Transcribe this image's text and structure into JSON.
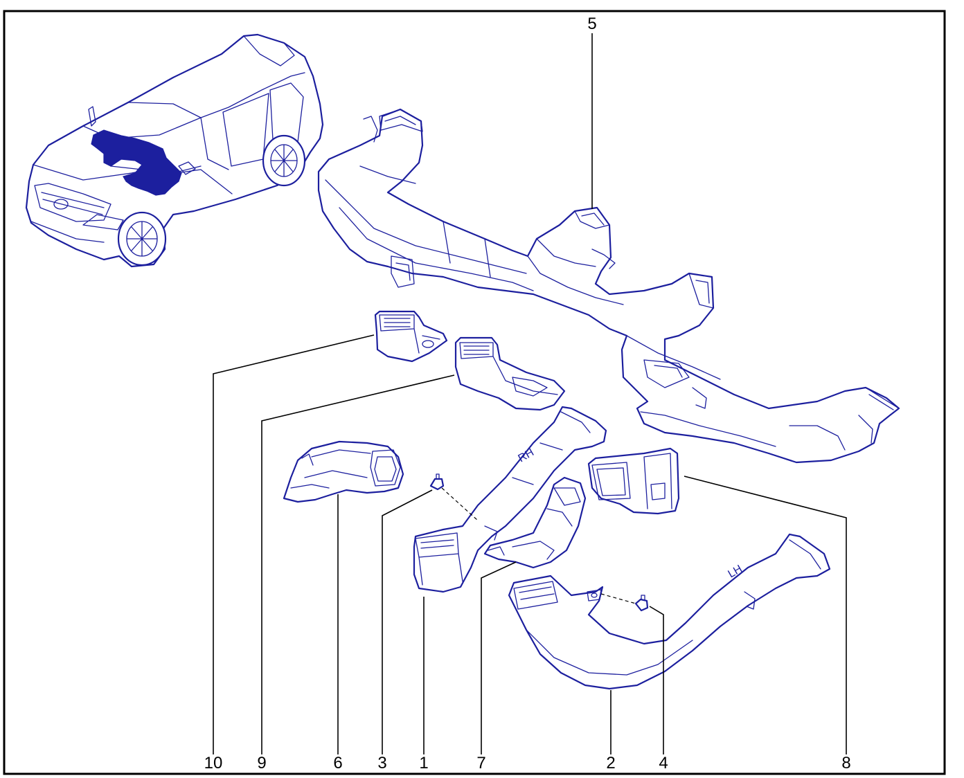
{
  "callouts": {
    "c5": "5",
    "c10": "10",
    "c9": "9",
    "c6": "6",
    "c3": "3",
    "c1": "1",
    "c7": "7",
    "c2": "2",
    "c4": "4",
    "c8": "8"
  },
  "colors": {
    "line_art": "#1c1f9e",
    "highlight": "#1c1f9e",
    "frame": "#000000",
    "background": "#ffffff"
  }
}
